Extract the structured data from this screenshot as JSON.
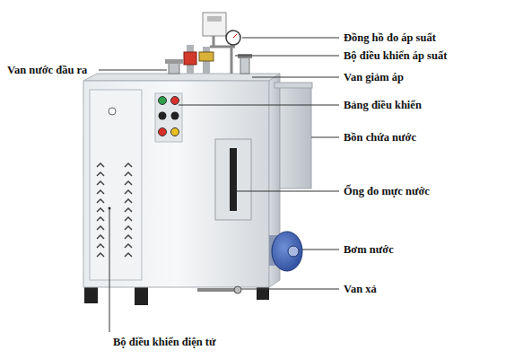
{
  "diagram": {
    "labels": [
      "Đồng hồ đo áp suất",
      "Bộ điều khiển áp suất",
      "Van nước đầu ra",
      "Van giảm áp",
      "Bảng điều khiển",
      "Bồn chứa nước",
      "Ống đo mực nước",
      "Bơm nước",
      "Van xả",
      "Bộ điều khiển điện tử"
    ]
  }
}
